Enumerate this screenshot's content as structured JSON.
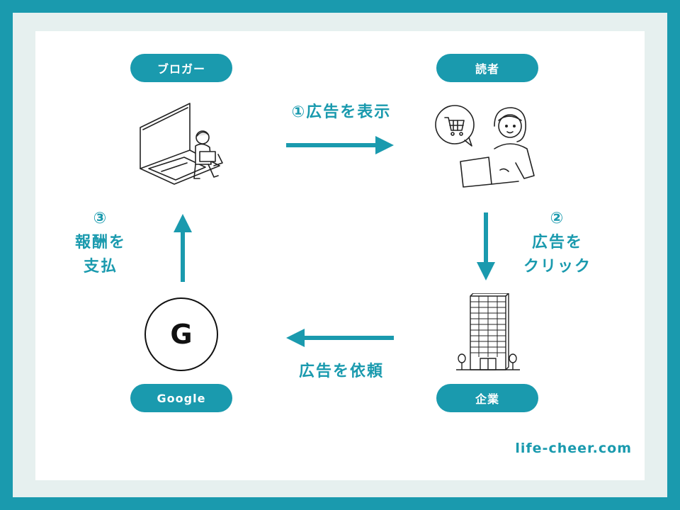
{
  "nodes": {
    "blogger": "ブロガー",
    "reader": "読者",
    "company": "企業",
    "google": "Google",
    "google_mark": "G"
  },
  "steps": {
    "step1": "①広告を表示",
    "step2_num": "②",
    "step2_line1": "広告を",
    "step2_line2": "クリック",
    "step3_num": "③",
    "step3_line1": "報酬を",
    "step3_line2": "支払",
    "step4": "広告を依頼"
  },
  "watermark": "life-cheer.com",
  "colors": {
    "accent": "#1a9aae",
    "border_light": "#e6f0ef",
    "ink": "#111111"
  },
  "icons": [
    "laptop-person-icon",
    "shopper-laptop-icon",
    "building-icon",
    "google-logo-icon"
  ]
}
